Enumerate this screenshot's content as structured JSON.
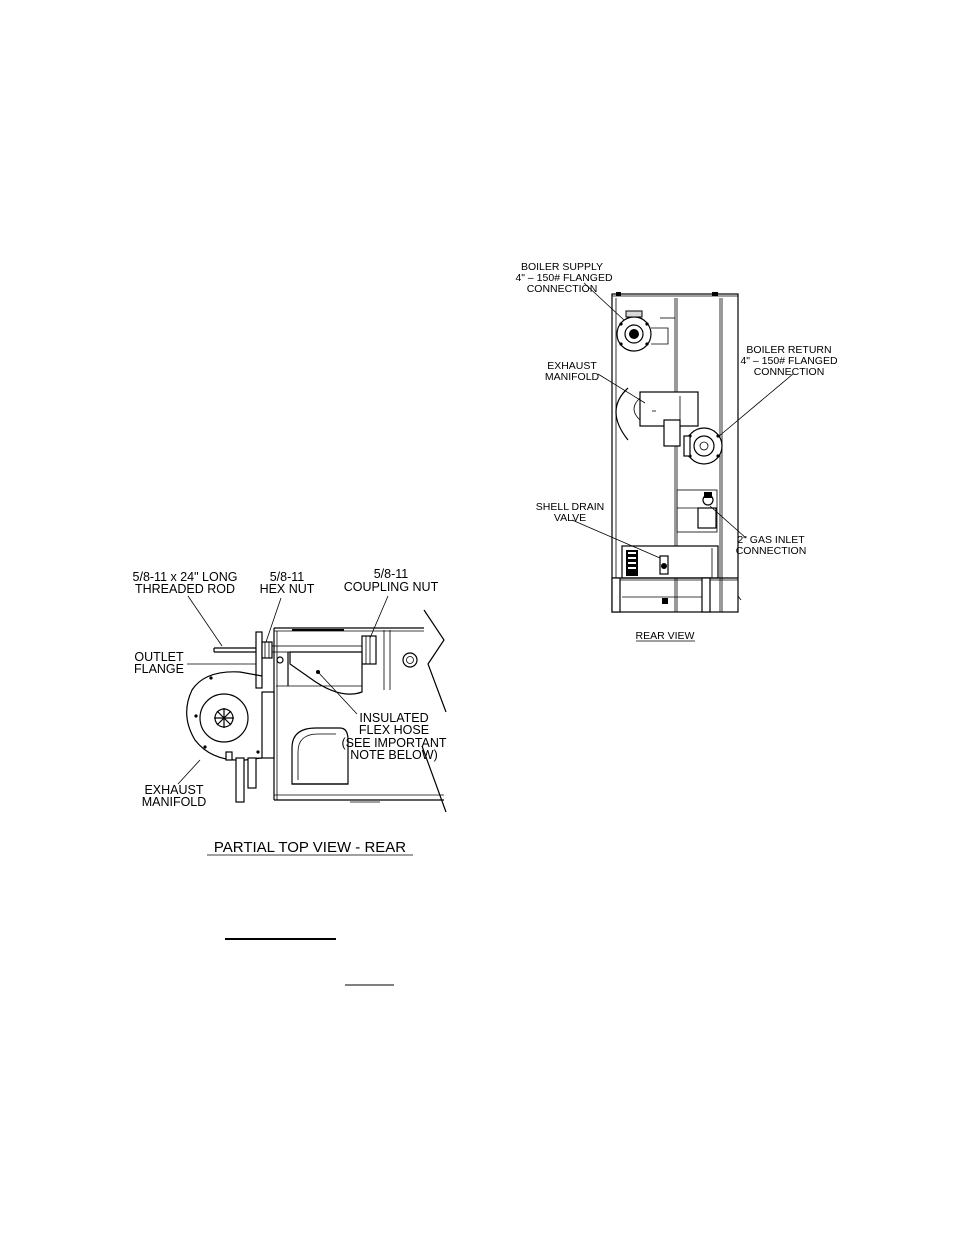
{
  "rear_view": {
    "title": "REAR VIEW",
    "labels": {
      "boiler_supply_1": "BOILER SUPPLY",
      "boiler_supply_2": "4\" – 150# FLANGED",
      "boiler_supply_3": "CONNECTION",
      "boiler_return_1": "BOILER RETURN",
      "boiler_return_2": "4\" – 150# FLANGED",
      "boiler_return_3": "CONNECTION",
      "exhaust_manifold_1": "EXHAUST",
      "exhaust_manifold_2": "MANIFOLD",
      "shell_drain_1": "SHELL DRAIN",
      "shell_drain_2": "VALVE",
      "gas_inlet_1": "2\" GAS INLET",
      "gas_inlet_2": "CONNECTION"
    }
  },
  "top_view": {
    "title": "PARTIAL TOP VIEW - REAR",
    "labels": {
      "rod_1": "5/8-11 x 24\" LONG",
      "rod_2": "THREADED ROD",
      "hex_1": "5/8-11",
      "hex_2": "HEX NUT",
      "coupling_1": "5/8-11",
      "coupling_2": "COUPLING NUT",
      "outlet_1": "OUTLET",
      "outlet_2": "FLANGE",
      "flex_1": "INSULATED",
      "flex_2": "FLEX HOSE",
      "flex_3": "(SEE IMPORTANT",
      "flex_4": "NOTE BELOW)",
      "exhaust_1": "EXHAUST",
      "exhaust_2": "MANIFOLD"
    }
  }
}
